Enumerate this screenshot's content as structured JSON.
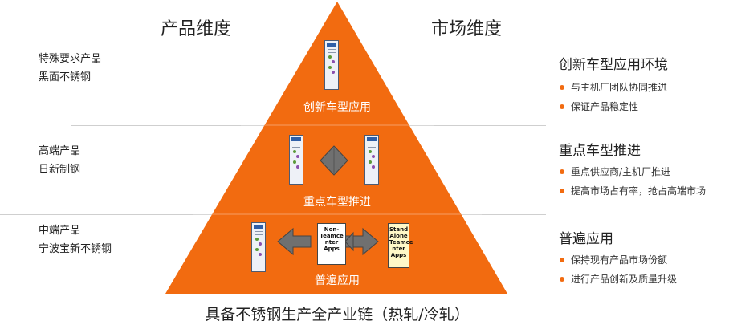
{
  "headers": {
    "left": "产品维度",
    "right": "市场维度"
  },
  "left_tiers": [
    {
      "line1": "特殊要求产品",
      "line2": "黑面不锈钢"
    },
    {
      "line1": "高端产品",
      "line2": "日新制钢"
    },
    {
      "line1": "中端产品",
      "line2": "宁波宝新不锈钢"
    }
  ],
  "pyramid_tiers": [
    "创新车型应用",
    "重点车型推进",
    "普遍应用"
  ],
  "right_tiers": [
    {
      "title": "创新车型应用环境",
      "bullets": [
        "与主机厂团队协同推进",
        "保证产品稳定性"
      ]
    },
    {
      "title": "重点车型推进",
      "bullets": [
        "重点供应商/主机厂推进",
        "提高市场占有率，抢占高端市场"
      ]
    },
    {
      "title": "普遍应用",
      "bullets": [
        "保持现有产品市场份额",
        "进行产品创新及质量升级"
      ]
    }
  ],
  "boxes": {
    "non_teamcenter": "Non-\nTeamce\nnter\nApps",
    "standalone": "Stand\nAlone\nTeamce\nnter\nApps"
  },
  "bottom_title": "具备不锈钢生产全产业链（热轧/冷轧）",
  "colors": {
    "pyramid": "#f26b10",
    "bullet": "#f26b10",
    "arrow": "#6e6e6e"
  }
}
